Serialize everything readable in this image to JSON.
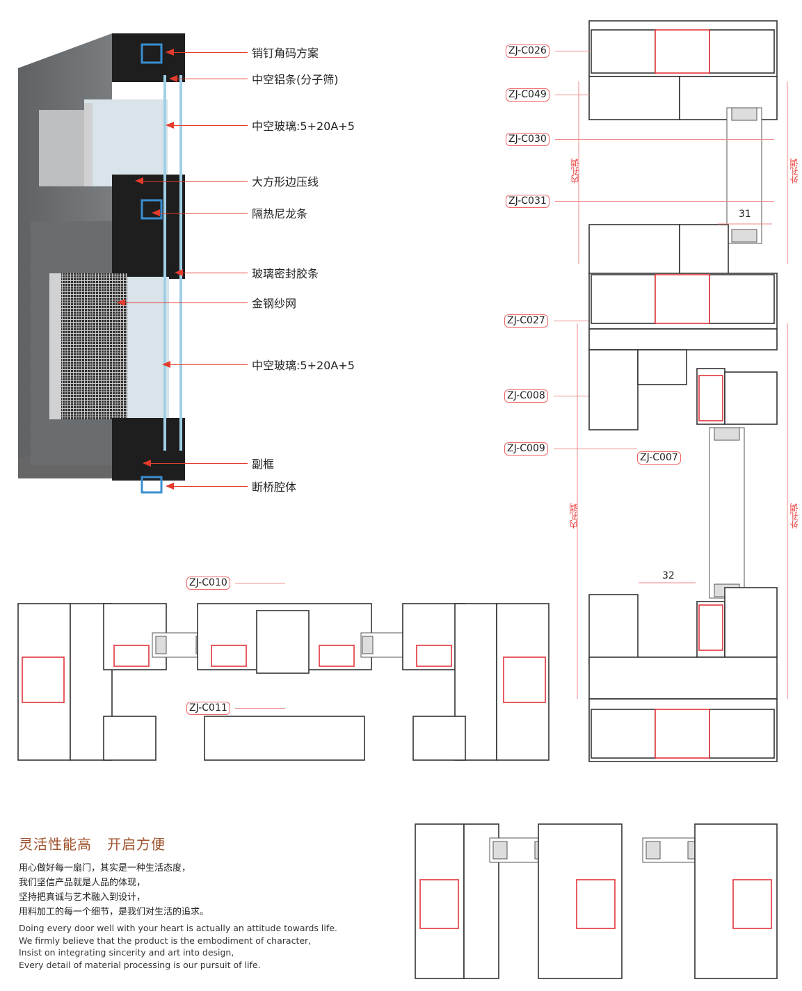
{
  "callouts": [
    "销钉角码方案",
    "中空铝条(分子筛)",
    "中空玻璃:5+20A+5",
    "大方形边压线",
    "隔热尼龙条",
    "玻璃密封胶条",
    "金钢纱网",
    "中空玻璃:5+20A+5",
    "副框",
    "断桥腔体"
  ],
  "section_codes": {
    "right": [
      "ZJ-C026",
      "ZJ-C049",
      "ZJ-C030",
      "ZJ-C031",
      "ZJ-C027",
      "ZJ-C008",
      "ZJ-C009",
      "ZJ-C007"
    ],
    "bottom": [
      "ZJ-C010",
      "ZJ-C011"
    ]
  },
  "dimensions": {
    "upper": "31",
    "lower": "32"
  },
  "vertical_labels": {
    "inner": "内孔调",
    "outer": "外孔调"
  },
  "text": {
    "heading": "灵活性能高   开启方便",
    "cn": [
      "用心做好每一扇门，其实是一种生活态度，",
      "我们坚信产品就是人品的体现，",
      "坚持把真诚与艺术融入到设计，",
      "用料加工的每一个细节，是我们对生活的追求。"
    ],
    "en": [
      "Doing every door well with your heart is actually an attitude towards life.",
      "We firmly believe that the product is the embodiment of character,",
      "Insist on integrating sincerity and art into design,",
      "Every detail of material processing is our pursuit of life."
    ]
  },
  "colors": {
    "accent": "#e53b2c",
    "heading": "#a0522d",
    "frame": "#6e7174"
  }
}
